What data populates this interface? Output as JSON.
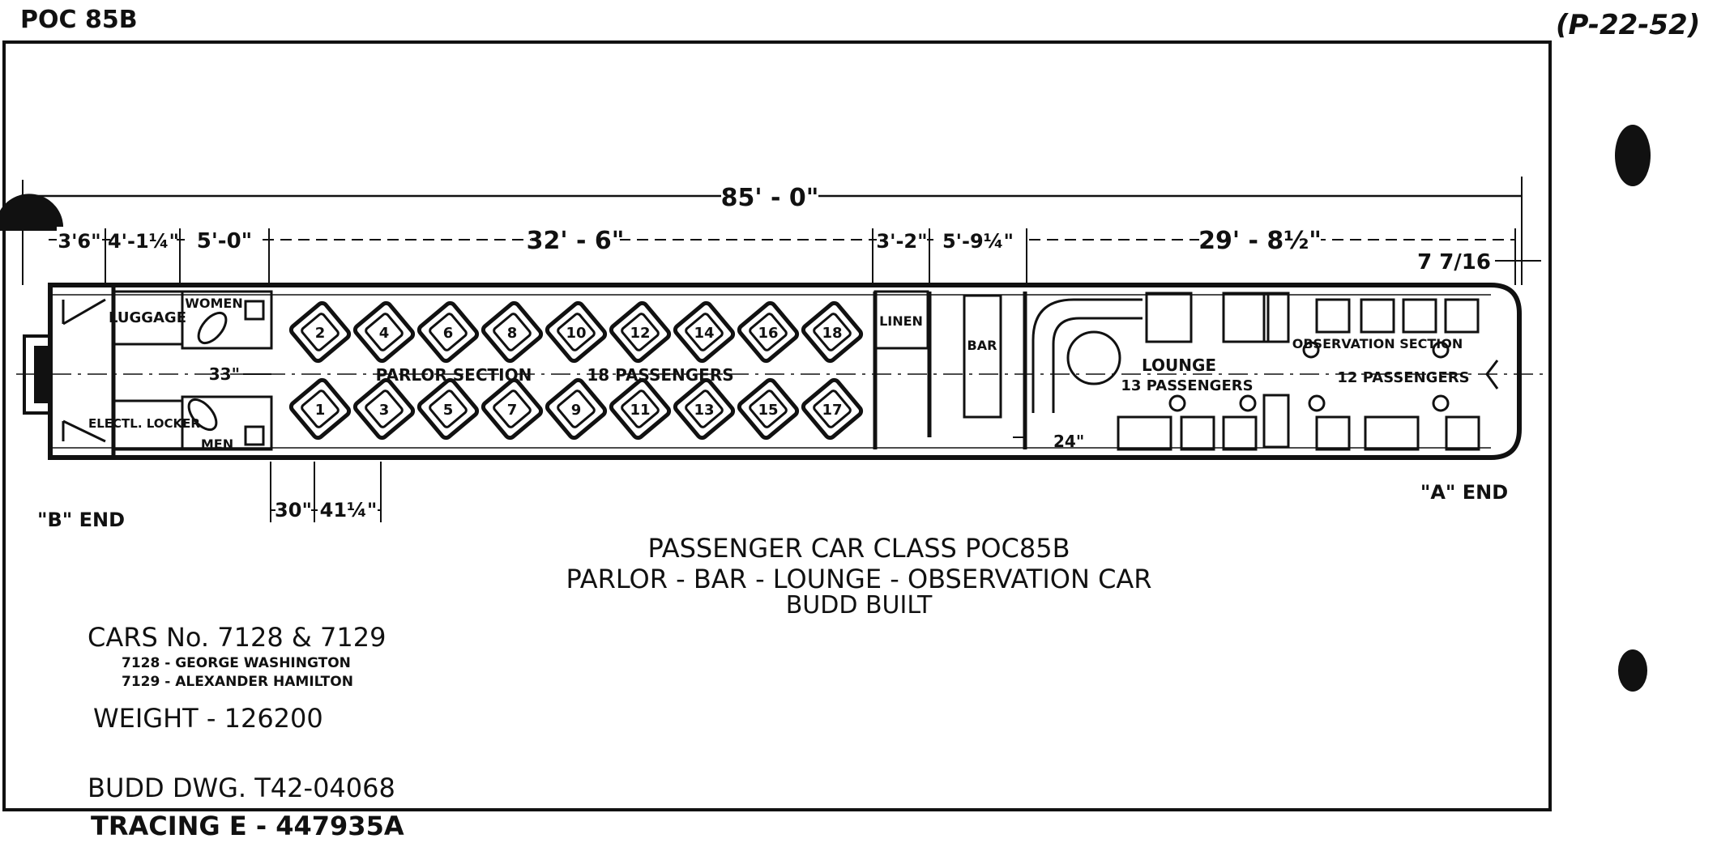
{
  "sheet_id": "POC 85B",
  "sheet_ref": "(P-22-52)",
  "car_class_title": "PASSENGER CAR CLASS POC85B",
  "car_type": "PARLOR - BAR - LOUNGE - OBSERVATION CAR",
  "builder": "BUDD BUILT",
  "cars_number": "CARS No. 7128 & 7129",
  "car_names": [
    "7128 - GEORGE WASHINGTON",
    "7129 - ALEXANDER HAMILTON"
  ],
  "weight": "WEIGHT - 126200",
  "drawing_no": "BUDD DWG. T42-04068",
  "tracing_no": "TRACING E - 447935A",
  "ends": {
    "b_end": "\"B\" END",
    "a_end": "\"A\" END"
  },
  "dimensions": {
    "overall": "85' - 0\"",
    "seg1": "3'6\"",
    "seg2": "4'-1¼\"",
    "seg3": "5'-0\"",
    "seg4": "32' - 6\"",
    "seg5": "3'-2\"",
    "seg6": "5'-9¼\"",
    "seg7": "29' - 8½\"",
    "end_offset": "7 7/16",
    "aisle_33": "33\"",
    "bar_24": "24\"",
    "seat_30": "30\"",
    "seat_41": "41¼\""
  },
  "rooms": {
    "luggage": "LUGGAGE",
    "women": "WOMEN",
    "electl_locker": "ELECTL. LOCKER",
    "men": "MEN",
    "linen": "LINEN",
    "bar": "BAR"
  },
  "sections": {
    "parlor": "PARLOR SECTION",
    "parlor_capacity": "18 PASSENGERS",
    "lounge": "LOUNGE",
    "lounge_capacity": "13 PASSENGERS",
    "observation": "OBSERVATION SECTION",
    "observation_capacity": "12 PASSENGERS"
  },
  "parlor_seats_top": [
    "2",
    "4",
    "6",
    "8",
    "10",
    "12",
    "14",
    "16",
    "18"
  ],
  "parlor_seats_bottom": [
    "1",
    "3",
    "5",
    "7",
    "9",
    "11",
    "13",
    "15",
    "17"
  ]
}
